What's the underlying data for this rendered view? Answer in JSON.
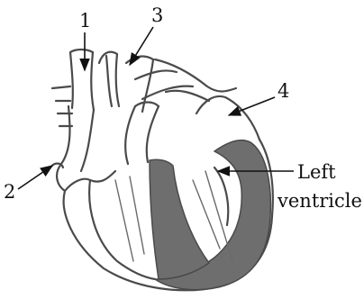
{
  "labels": {
    "l1": "1",
    "l2": "2",
    "l3": "3",
    "l4": "4",
    "left_ventricle_line1": "Left",
    "left_ventricle_line2": "ventricle"
  },
  "colors": {
    "wall": "#6e6e6e",
    "outline": "#4a4a4a",
    "text": "#111111"
  }
}
